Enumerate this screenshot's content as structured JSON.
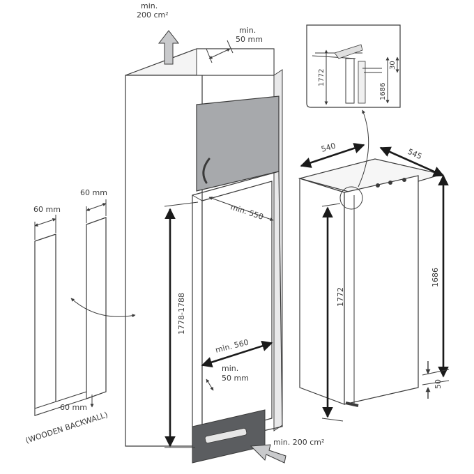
{
  "labels": {
    "top_vent_line1": "min.",
    "top_vent_line2": "200 cm²",
    "top_gap_line1": "min.",
    "top_gap_line2": "50 mm",
    "inner_depth": "min. 550",
    "niche_height": "1778-1788",
    "inner_width": "min. 560",
    "bottom_gap_line1": "min.",
    "bottom_gap_line2": "50 mm",
    "bottom_vent": "min. 200 cm²",
    "backwall_left_width": "60 mm",
    "backwall_right_width": "60 mm",
    "backwall_bottom": "60 mm",
    "wooden_backwall": "(WOODEN BACKWALL)",
    "appliance_width": "540",
    "appliance_depth": "545",
    "appliance_height": "1772",
    "appliance_inner_height": "1686",
    "appliance_bottom_offset": "50",
    "detail_height_left": "1772",
    "detail_height_right": "1686",
    "detail_gap": "30"
  },
  "colors": {
    "line": "#3a3a3a",
    "door_fill": "#a7a9ac",
    "plinth_fill": "#5b5d60",
    "cabinet_shadow": "#e9e9ea"
  }
}
